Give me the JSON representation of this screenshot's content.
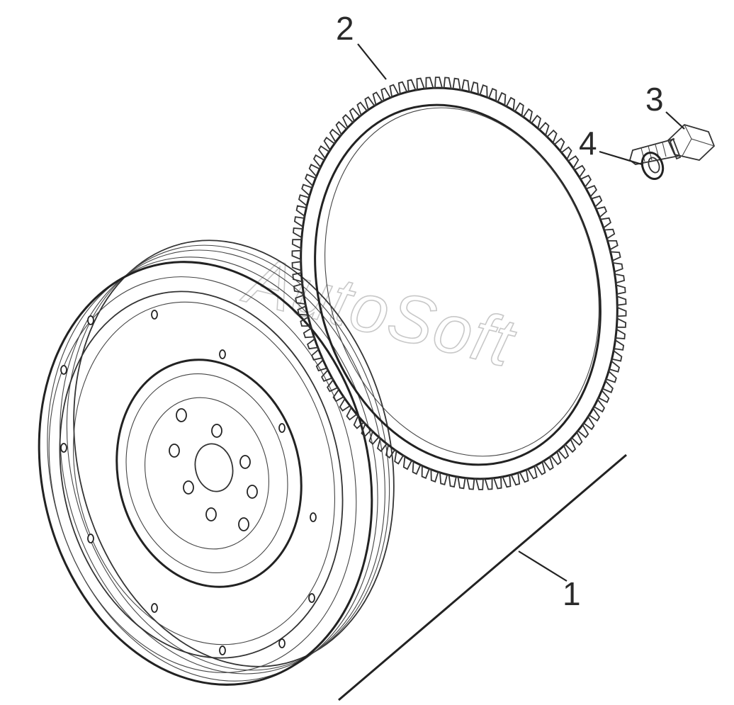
{
  "diagram": {
    "watermark": "AutoSoft",
    "callouts": [
      {
        "id": "1",
        "label": "1"
      },
      {
        "id": "2",
        "label": "2"
      },
      {
        "id": "3",
        "label": "3"
      },
      {
        "id": "4",
        "label": "4"
      }
    ],
    "parts": [
      {
        "ref": "1",
        "name": "flywheel-assembly"
      },
      {
        "ref": "2",
        "name": "ring-gear"
      },
      {
        "ref": "3",
        "name": "bolt"
      },
      {
        "ref": "4",
        "name": "washer"
      }
    ],
    "colors": {
      "line": "#222222",
      "watermark": "#c8c8c8",
      "background": "#ffffff"
    }
  }
}
